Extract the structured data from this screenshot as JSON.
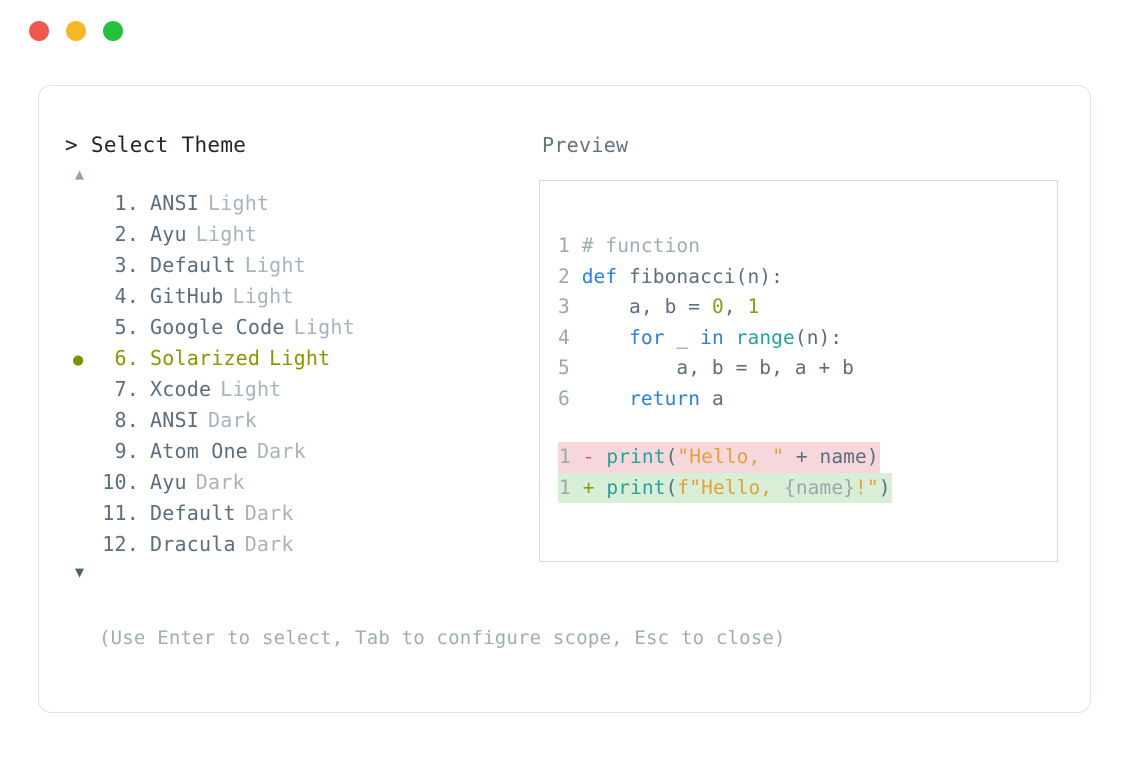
{
  "window": {
    "controls": [
      {
        "name": "close",
        "color": "#f0584f"
      },
      {
        "name": "minimize",
        "color": "#f5b827"
      },
      {
        "name": "maximize",
        "color": "#25c13e"
      }
    ]
  },
  "picker": {
    "caret": ">",
    "title": "Select Theme",
    "scroll_up_glyph": "▲",
    "scroll_down_glyph": "▼",
    "selected_bullet": "●",
    "selected_index": 6,
    "selected_color": "#859900",
    "items": [
      {
        "index": "1.",
        "name": "ANSI",
        "variant": "Light",
        "selected": false
      },
      {
        "index": "2.",
        "name": "Ayu",
        "variant": "Light",
        "selected": false
      },
      {
        "index": "3.",
        "name": "Default",
        "variant": "Light",
        "selected": false
      },
      {
        "index": "4.",
        "name": "GitHub",
        "variant": "Light",
        "selected": false
      },
      {
        "index": "5.",
        "name": "Google Code",
        "variant": "Light",
        "selected": false
      },
      {
        "index": "6.",
        "name": "Solarized",
        "variant": "Light",
        "selected": true
      },
      {
        "index": "7.",
        "name": "Xcode",
        "variant": "Light",
        "selected": false
      },
      {
        "index": "8.",
        "name": "ANSI",
        "variant": "Dark",
        "selected": false
      },
      {
        "index": "9.",
        "name": "Atom One",
        "variant": "Dark",
        "selected": false
      },
      {
        "index": "10.",
        "name": "Ayu",
        "variant": "Dark",
        "selected": false
      },
      {
        "index": "11.",
        "name": "Default",
        "variant": "Dark",
        "selected": false
      },
      {
        "index": "12.",
        "name": "Dracula",
        "variant": "Dark",
        "selected": false
      }
    ],
    "hint": "(Use Enter to select, Tab to configure scope, Esc to close)"
  },
  "preview": {
    "label": "Preview",
    "code": {
      "line_numbers": [
        "1",
        "2",
        "3",
        "4",
        "5",
        "6"
      ],
      "lines": [
        "# function",
        "def fibonacci(n):",
        "    a, b = 0, 1",
        "    for _ in range(n):",
        "        a, b = b, a + b",
        "    return a"
      ]
    },
    "diff": {
      "removed": {
        "line_number": "1",
        "marker": "-",
        "text": "print(\"Hello, \" + name)"
      },
      "added": {
        "line_number": "1",
        "marker": "+",
        "text": "print(f\"Hello, {name}!\")"
      }
    }
  }
}
